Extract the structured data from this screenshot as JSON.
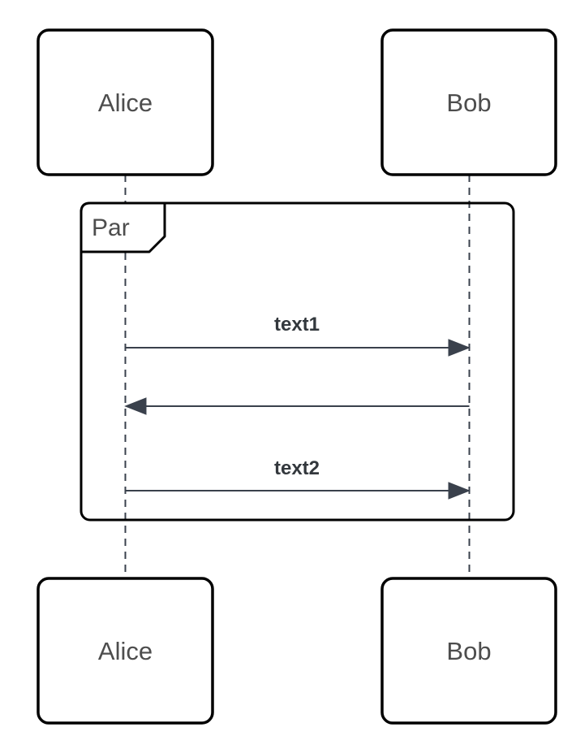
{
  "diagram": {
    "type": "uml-sequence-diagram",
    "colors": {
      "background": "#FFFFFF",
      "shape_border": "#000000",
      "shape_fill": "#FFFFFF",
      "actor_text": "#4D4D4D",
      "fragment_text": "#4D4D4D",
      "message_text": "#33383D",
      "line": "#3A414C"
    },
    "actors": {
      "alice": "Alice",
      "bob": "Bob"
    },
    "fragment": {
      "operator": "Par"
    },
    "messages": [
      {
        "label": "text1",
        "from": "Alice",
        "to": "Bob",
        "direction": "right"
      },
      {
        "label": "",
        "from": "Bob",
        "to": "Alice",
        "direction": "left"
      },
      {
        "label": "text2",
        "from": "Alice",
        "to": "Bob",
        "direction": "right"
      }
    ]
  }
}
